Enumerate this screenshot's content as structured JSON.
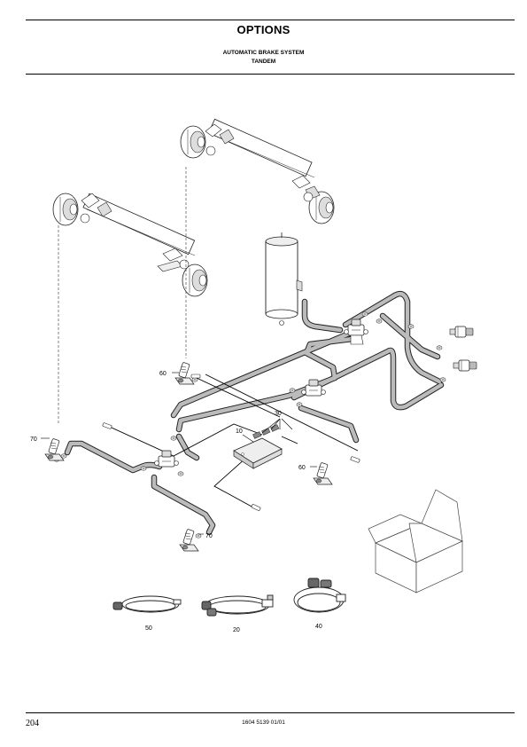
{
  "header": {
    "title": "OPTIONS",
    "subtitle_line1": "AUTOMATIC BRAKE SYSTEM",
    "subtitle_line2": "TANDEM"
  },
  "callouts": {
    "c60a": "60",
    "c70a": "70",
    "c10": "10",
    "c30": "30",
    "c60b": "60",
    "c70b": "70",
    "c50": "50",
    "c20": "20",
    "c40": "40"
  },
  "footer": {
    "page_number": "204",
    "doc_ref": "1604 5139 01/01"
  }
}
